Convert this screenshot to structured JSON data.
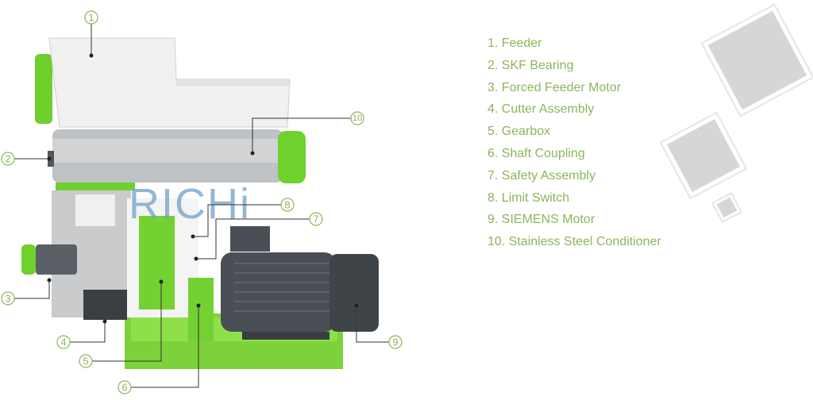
{
  "watermark": "RICHi",
  "callouts": [
    "1",
    "2",
    "3",
    "4",
    "5",
    "6",
    "7",
    "8",
    "9",
    "10"
  ],
  "legend": [
    "1. Feeder",
    "2. SKF Bearing",
    "3. Forced Feeder Motor",
    "4. Cutter Assembly",
    "5. Gearbox",
    "6. Shaft Coupling",
    "7. Safety Assembly",
    "8. Limit Switch",
    "9. SIEMENS Motor",
    "10. Stainless Steel Conditioner"
  ],
  "colors": {
    "brand_green": "#7ed321",
    "label_green": "#8db55a",
    "motor": "#4a4f55"
  }
}
